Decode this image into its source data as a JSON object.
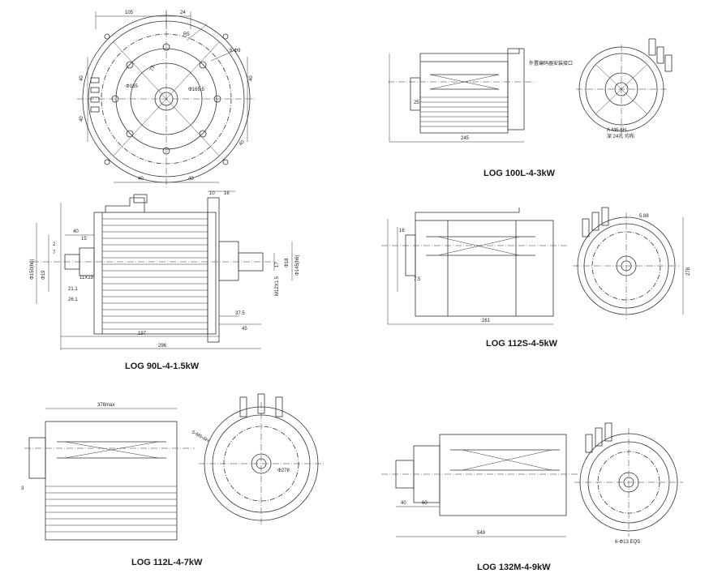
{
  "captions": {
    "m90": "LOG 90L-4-1.5kW",
    "m100": "LOG 100L-4-3kW",
    "m112s": "LOG 112S-4-5kW",
    "m112l": "LOG 112L-4-7kW",
    "m132": "LOG 132M-4-9kW"
  },
  "dims_90_front": {
    "d105": "105",
    "d24": "24",
    "r5": "R5",
    "hole": "8-Φ9",
    "d73": "73",
    "d165": "Φ165",
    "d1655": "Φ165.5",
    "d40a": "40",
    "d40b": "40",
    "d40c": "40",
    "d40d": "40",
    "d40e": "40",
    "d40f": "40"
  },
  "dims_90_side": {
    "d10": "10",
    "d16": "16",
    "d40": "40",
    "d15": "15",
    "d2": "2",
    "d7": "7",
    "d21": "21.1",
    "d26": "26.1",
    "d197": "197",
    "d296": "296",
    "d37": "37.5",
    "d45": "45",
    "d17": "17",
    "m12": "M12X1.5",
    "k19": "11X19",
    "phi9": "Φ19",
    "phi150": "Φ150(h6)",
    "phi145": "Φ145(h6)",
    "phi18": "Φ18"
  },
  "dims_100": {
    "d245": "245",
    "d25": "25",
    "note": "外置编码器安装接口",
    "d2": "A-M6-6H",
    "d3": "深 24孔 均布"
  },
  "dims_112s": {
    "d281": "281",
    "d16": "16",
    "d5": "5.88",
    "d75": "7.5",
    "d278": "278"
  },
  "dims_112l": {
    "d378": "378max",
    "d5": "5-M6-6H",
    "d278": "Φ278",
    "d3": "3"
  },
  "dims_132": {
    "d549": "549",
    "d40": "40",
    "d60": "60",
    "d113": "6-Φ13 EQS"
  }
}
